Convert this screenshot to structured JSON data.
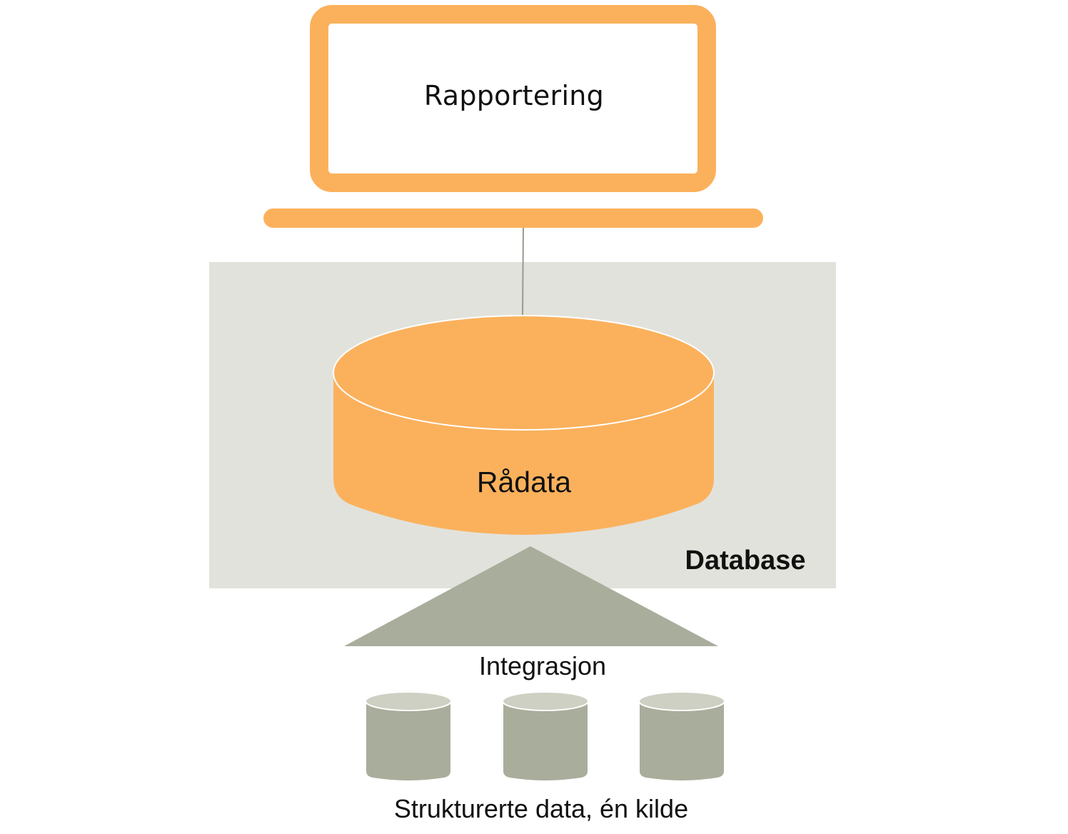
{
  "labels": {
    "reporting": "Rapportering",
    "raw_data": "Rådata",
    "database": "Database",
    "integration": "Integrasjon",
    "sources": "Strukturerte data, én kilde"
  },
  "colors": {
    "orange": "#fbb15c",
    "gray_panel": "#e2e2dc",
    "sage": "#a9ad9b",
    "sage_light": "#cdd0c2",
    "connector": "#9a9a8e"
  },
  "icons": {
    "reporting": "laptop-icon",
    "raw_data": "database-cylinder-icon",
    "integration": "triangle-icon",
    "sources": "database-cylinder-icon"
  }
}
